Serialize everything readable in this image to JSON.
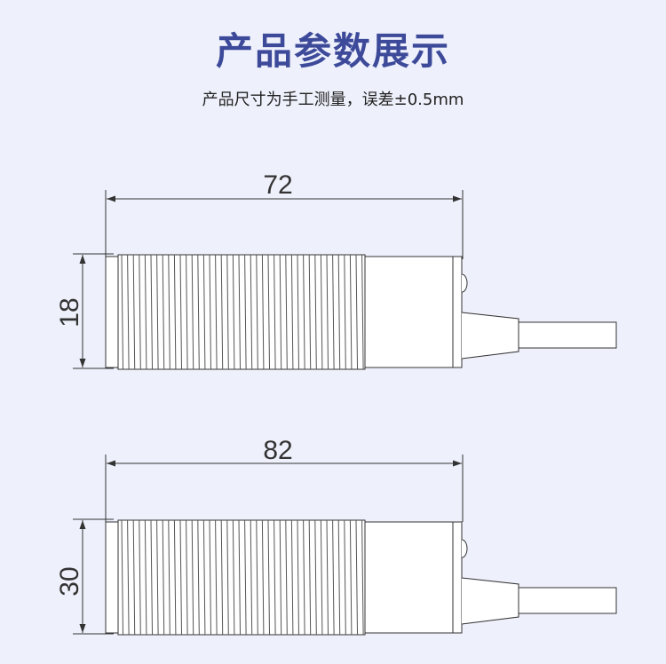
{
  "header": {
    "title": "产品参数展示",
    "subtitle": "产品尺寸为手工测量，误差±0.5mm"
  },
  "sensor_1": {
    "length_label": "72",
    "diameter_label": "18"
  },
  "sensor_2": {
    "length_label": "82",
    "diameter_label": "30"
  },
  "colors": {
    "background": "#eef0fb",
    "title": "#3d4a9a",
    "line": "#333333"
  }
}
